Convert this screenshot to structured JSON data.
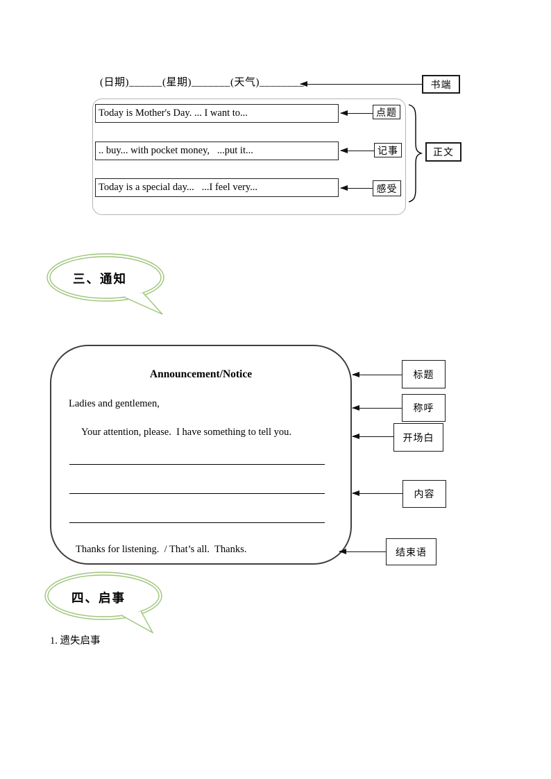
{
  "colors": {
    "bubble_green": "#9dc578",
    "diary_box_border": "#b3b3b3",
    "notice_border": "#3f3f3f",
    "arrow_black": "#111111"
  },
  "diary": {
    "heading_line": "(日期)______(星期)_______(天气)________",
    "heading_label": "书端",
    "rows": [
      {
        "text": "Today is Mother's Day. ... I want to...",
        "label": "点题"
      },
      {
        "text": ".. buy... with pocket money,   ...put it...",
        "label": "记事"
      },
      {
        "text": "Today is a special day...   ...I feel very...",
        "label": "感受"
      }
    ],
    "body_label": "正文"
  },
  "section_notice": {
    "bubble_title": "三、通知",
    "title": "Announcement/Notice",
    "salutation": "Ladies and gentlemen,",
    "opening": "Your attention, please.  I have something to tell you.",
    "closing": "Thanks for listening.  / That’s all.  Thanks.",
    "labels": {
      "title": "标题",
      "salutation": "称呼",
      "opening": "开场白",
      "content": "内容",
      "closing": "结束语"
    }
  },
  "section_qishi": {
    "bubble_title": "四、启事",
    "first_item": "1. 遗失启事"
  }
}
